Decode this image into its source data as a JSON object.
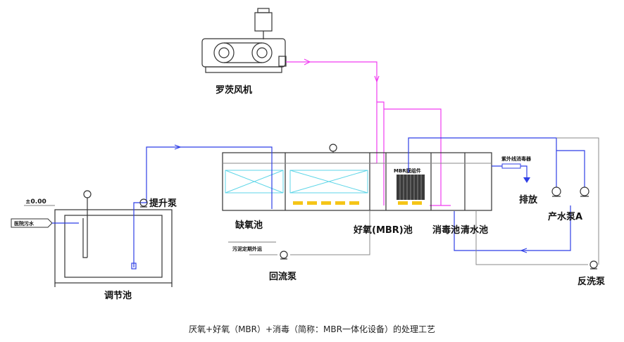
{
  "labels": {
    "blower": "罗茨风机",
    "lift_pump": "提升泵",
    "anoxic_tank": "缺氧池",
    "aerobic_tank": "好氧(MBR)池",
    "disinfection_tank": "消毒池",
    "clear_water_tank": "清水池",
    "discharge": "排放",
    "product_pump": "产水泵A",
    "return_pump": "回流泵",
    "backwash_pump": "反洗泵",
    "equalization_tank": "调节池",
    "elevation": "±0.00",
    "influent": "医院污水",
    "mbr_module": "MBR膜组件",
    "uv_device": "紫外线消毒器",
    "sludge": "污泥定期外运"
  },
  "caption": "厌氧+好氧（MBR）+消毒（简称：MBR一体化设备）的处理工艺",
  "colors": {
    "air_line": "#f03cf0",
    "water_line": "#2f3fe6",
    "return_line": "#8a8a8a",
    "aeration": "#f5c518",
    "mixing": "#5fd6e8"
  }
}
